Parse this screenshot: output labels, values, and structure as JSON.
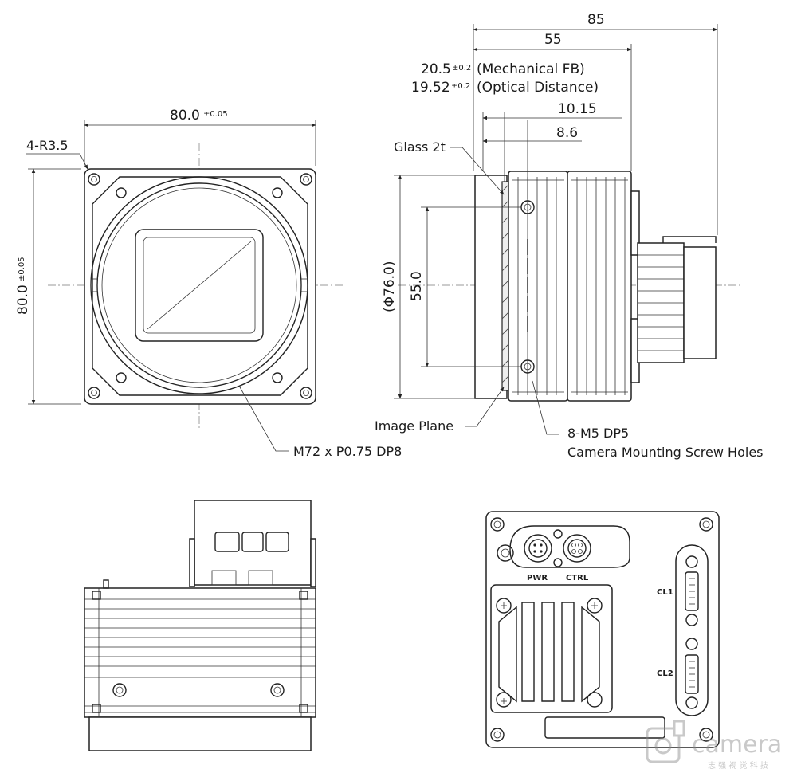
{
  "front_view": {
    "width_value": "80.0",
    "width_tolerance": "±0.05",
    "height_value": "80.0",
    "height_tolerance": "±0.05",
    "corner_radius": "4-R3.5",
    "mount_thread": "M72 x P0.75 DP8"
  },
  "side_view": {
    "total_length": "85",
    "body_length": "55",
    "mechanical_fb_value": "20.5",
    "mechanical_fb_tolerance": "±0.2",
    "mechanical_fb_label": "(Mechanical FB)",
    "optical_distance_value": "19.52",
    "optical_distance_tolerance": "±0.2",
    "optical_distance_label": "(Optical Distance)",
    "dim_10_15": "10.15",
    "dim_8_6": "8.6",
    "glass": "Glass 2t",
    "diameter": "(Φ76.0)",
    "hole_spacing": "55.0",
    "image_plane": "Image Plane",
    "screw_holes_line1": "8-M5 DP5",
    "screw_holes_line2": "Camera Mounting Screw Holes"
  },
  "rear_view": {
    "pwr": "PWR",
    "ctrl": "CTRL",
    "cl1": "CL1",
    "cl2": "CL2"
  },
  "watermark": {
    "brand": "camera",
    "subtitle": "志 强 视 觉 科 技"
  }
}
